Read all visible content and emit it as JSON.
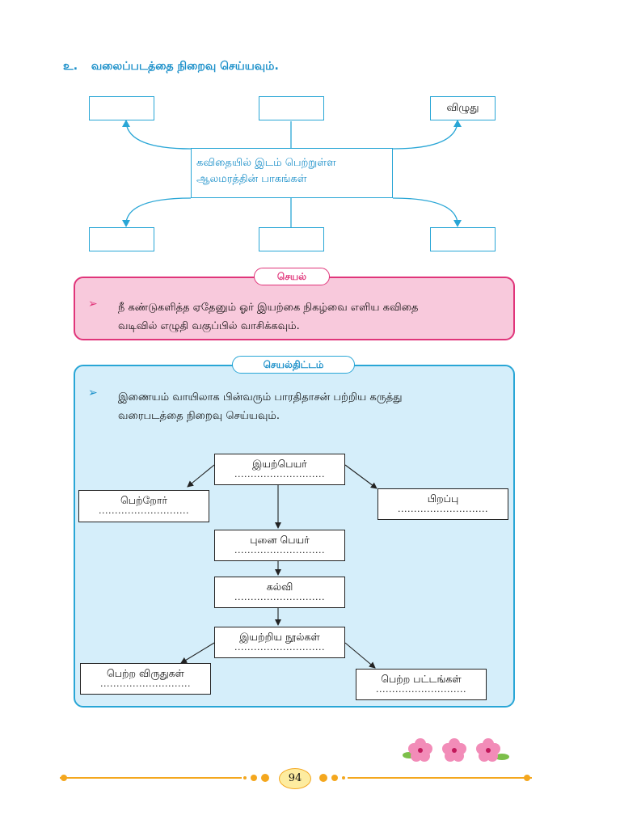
{
  "heading": {
    "number": "உ.",
    "text": "வலைப்படத்தை நிறைவு செய்யவும்."
  },
  "web": {
    "center_line1": "கவிதையில் இடம் பெற்றுள்ள",
    "center_line2": "ஆலமரத்தின் பாகங்கள்",
    "top_left": "",
    "top_middle": "",
    "top_right": "விழுது",
    "bottom_left": "",
    "bottom_middle": "",
    "bottom_right": ""
  },
  "activity": {
    "tab": "செயல்",
    "bullet": "➢",
    "line1": "நீ கண்டுகளித்த ஏதேனும் ஓர் இயற்கை நிகழ்வை எளிய கவிதை",
    "line2": "வடிவில் எழுதி வகுப்பில் வாசிக்கவும்."
  },
  "project": {
    "tab": "செயல்திட்டம்",
    "bullet": "➢",
    "line1": "இணையம் வாயிலாக பின்வரும் பாரதிதாசன் பற்றிய கருத்து",
    "line2": "வரைபடத்தை நிறைவு செய்யவும்.",
    "dots": "............................",
    "boxes": {
      "real_name": "இயற்பெயர்",
      "parents": "பெற்றோர்",
      "birth": "பிறப்பு",
      "pen_name": "புனை பெயர்",
      "education": "கல்வி",
      "works": "இயற்றிய நூல்கள்",
      "awards": "பெற்ற விருதுகள்",
      "titles": "பெற்ற பட்டங்கள்"
    }
  },
  "footer": {
    "page": "94"
  },
  "colors": {
    "blue": "#29a6d6",
    "pink": "#e0357a",
    "orange": "#f4a71e"
  }
}
